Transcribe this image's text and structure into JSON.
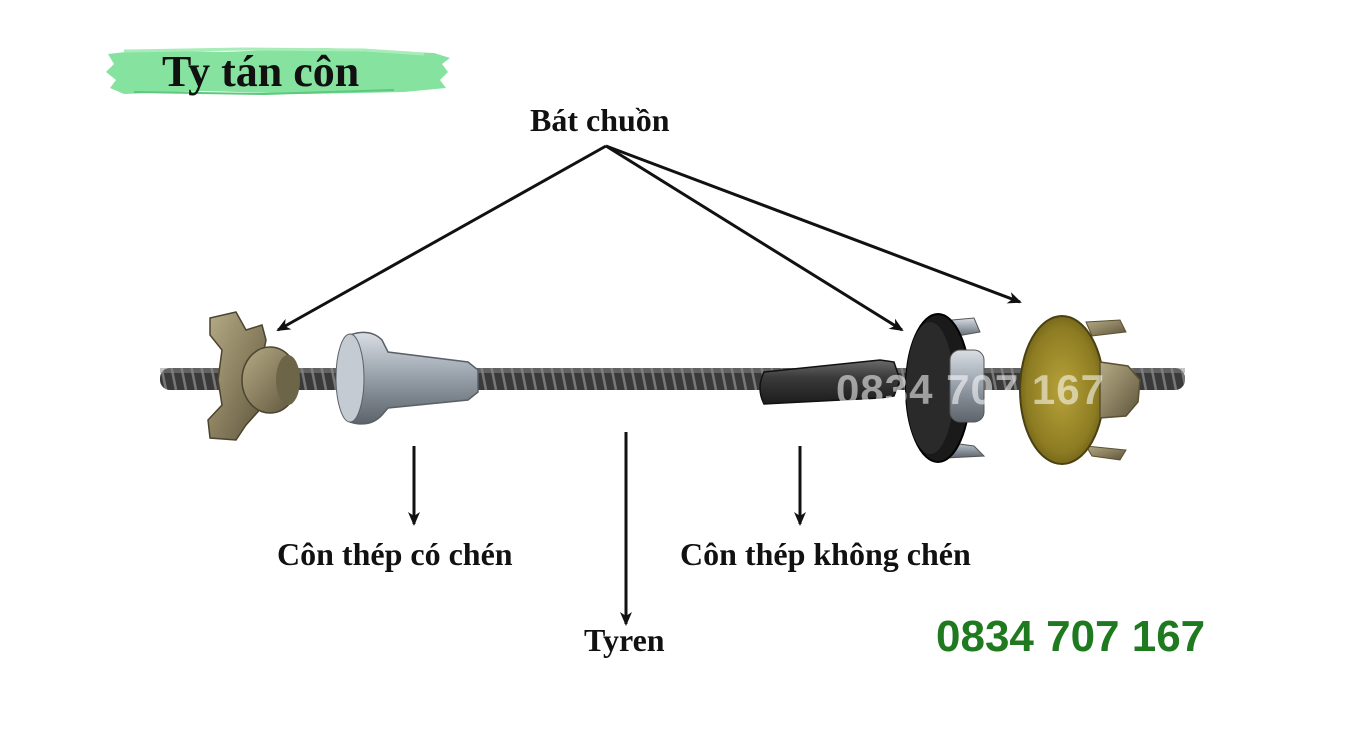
{
  "title": "Ty tán côn",
  "labels": {
    "bat_chuon": "Bát chuồn",
    "con_co_chen": "Côn thép có chén",
    "tyren": "Tyren",
    "con_khong_chen": "Côn thép không chén"
  },
  "phone": "0834 707 167",
  "watermark": "0834 707 167",
  "colors": {
    "title_highlight": "#7ee09a",
    "phone": "#1f7a1f",
    "arrow": "#111111",
    "rod": "#3a3a3a",
    "zinc_cone": "#9aa3ad",
    "black_cone": "#2b2b2b",
    "wing_nut": "#8b8060",
    "washer_black": "#1a1a1a",
    "washer_yellow": "#9a8a2a"
  }
}
